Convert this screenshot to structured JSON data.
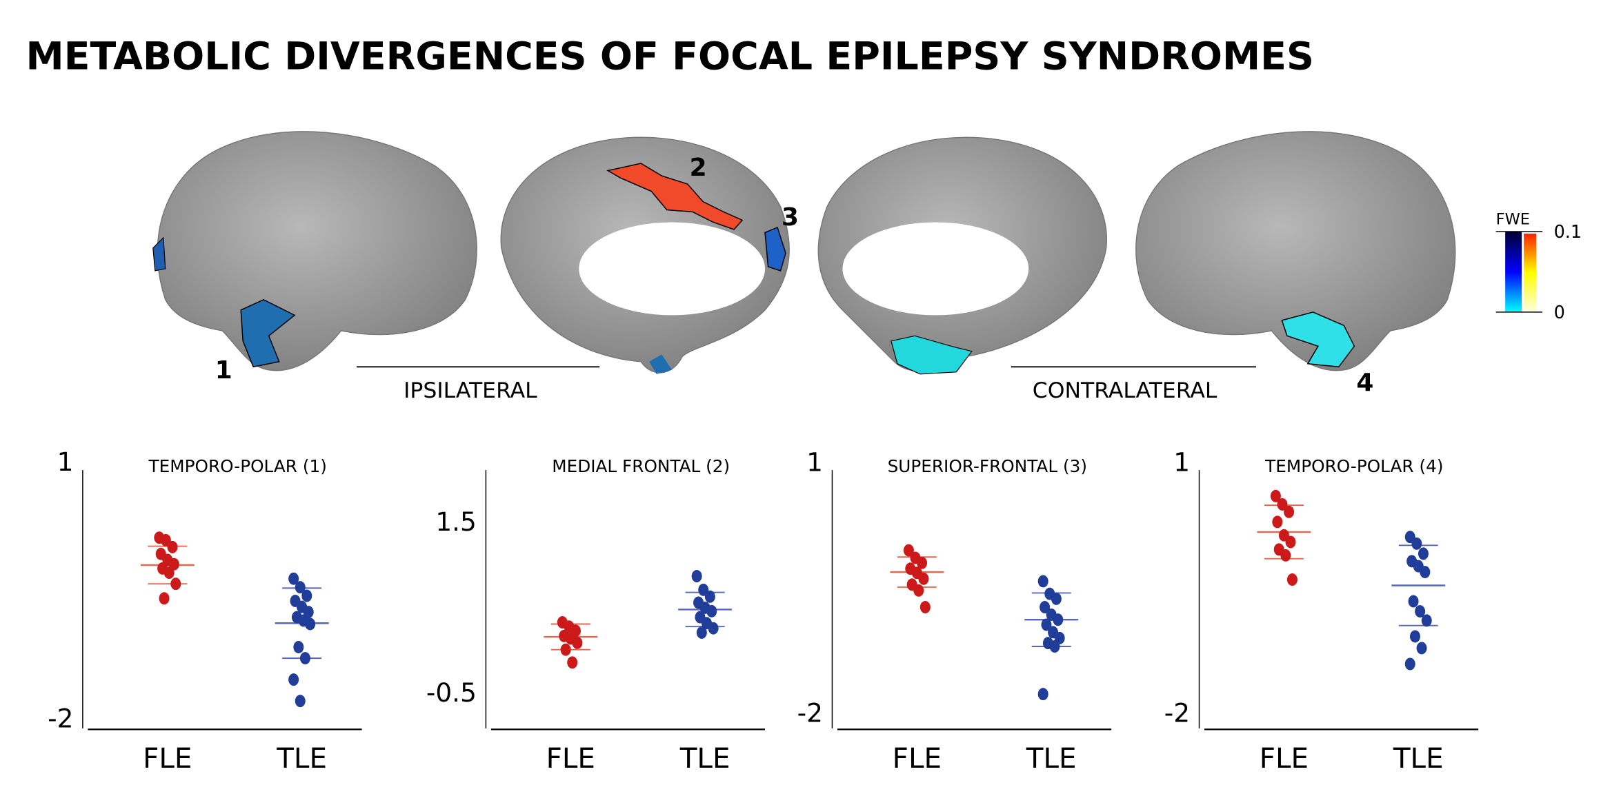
{
  "title": "METABOLIC DIVERGENCES OF FOCAL EPILEPSY SYNDROMES",
  "brain_panel": {
    "region_labels": [
      "1",
      "2",
      "3",
      "4"
    ],
    "ipsilateral_label": "IPSILATERAL",
    "contralateral_label": "CONTRALATERAL",
    "colorbar": {
      "title": "FWE",
      "max_label": "0.1",
      "min_label": "0",
      "cool_colors": [
        "#000033",
        "#0000ff",
        "#00ffff"
      ],
      "warm_colors": [
        "#ff2000",
        "#ffff00",
        "#fffde0"
      ]
    }
  },
  "colors": {
    "FLE": "#cc1a1a",
    "TLE": "#1f3d99",
    "FLE_line": "#e8664d",
    "TLE_line": "#5566bb"
  },
  "chart_data": [
    {
      "type": "scatter",
      "title": "TEMPORO-POLAR (1)",
      "categories": [
        "FLE",
        "TLE"
      ],
      "ylim": [
        -2.12,
        0.9
      ],
      "yticks": [
        {
          "value": 1,
          "label": "1"
        },
        {
          "value": -2,
          "label": "-2"
        }
      ],
      "series": [
        {
          "name": "FLE",
          "values": [
            0.11,
            0.08,
            0.0,
            -0.08,
            -0.15,
            -0.2,
            -0.25,
            -0.3,
            -0.43,
            -0.6
          ],
          "mean": -0.21,
          "sd": 0.22
        },
        {
          "name": "TLE",
          "values": [
            -0.37,
            -0.47,
            -0.57,
            -0.63,
            -0.7,
            -0.76,
            -0.82,
            -0.86,
            -0.9,
            -1.17,
            -1.3,
            -1.55,
            -1.8
          ],
          "mean": -0.89,
          "sd": 0.41
        }
      ]
    },
    {
      "type": "scatter",
      "title": "MEDIAL FRONTAL (2)",
      "categories": [
        "FLE",
        "TLE"
      ],
      "ylim": [
        -0.92,
        2.1
      ],
      "yticks": [
        {
          "value": 1.5,
          "label": "1.5"
        },
        {
          "value": -0.5,
          "label": "-0.5"
        }
      ],
      "series": [
        {
          "name": "FLE",
          "values": [
            0.32,
            0.27,
            0.22,
            0.16,
            0.13,
            0.08,
            0.0,
            -0.15
          ],
          "mean": 0.15,
          "sd": 0.15
        },
        {
          "name": "TLE",
          "values": [
            0.86,
            0.7,
            0.62,
            0.55,
            0.49,
            0.45,
            0.38,
            0.31,
            0.25,
            0.2
          ],
          "mean": 0.47,
          "sd": 0.2
        }
      ]
    },
    {
      "type": "scatter",
      "title": "SUPERIOR-FRONTAL (3)",
      "categories": [
        "FLE",
        "TLE"
      ],
      "ylim": [
        -2.19,
        0.9
      ],
      "yticks": [
        {
          "value": 1,
          "label": "1"
        },
        {
          "value": -2,
          "label": "-2"
        }
      ],
      "series": [
        {
          "name": "FLE",
          "values": [
            -0.06,
            -0.15,
            -0.21,
            -0.28,
            -0.33,
            -0.4,
            -0.47,
            -0.54,
            -0.74
          ],
          "mean": -0.32,
          "sd": 0.18
        },
        {
          "name": "TLE",
          "values": [
            -0.43,
            -0.58,
            -0.64,
            -0.74,
            -0.83,
            -0.89,
            -0.95,
            -1.04,
            -1.11,
            -1.17,
            -1.21,
            -1.78
          ],
          "mean": -0.89,
          "sd": 0.32
        }
      ]
    },
    {
      "type": "scatter",
      "title": "TEMPORO-POLAR (4)",
      "categories": [
        "FLE",
        "TLE"
      ],
      "ylim": [
        -2.19,
        0.9
      ],
      "yticks": [
        {
          "value": 1,
          "label": "1"
        },
        {
          "value": -2,
          "label": "-2"
        }
      ],
      "series": [
        {
          "name": "FLE",
          "values": [
            0.59,
            0.49,
            0.4,
            0.28,
            0.12,
            0.04,
            -0.05,
            -0.12,
            -0.41
          ],
          "mean": 0.16,
          "sd": 0.32
        },
        {
          "name": "TLE",
          "values": [
            0.1,
            0.02,
            -0.1,
            -0.19,
            -0.25,
            -0.32,
            -0.67,
            -0.79,
            -0.9,
            -1.09,
            -1.23,
            -1.42
          ],
          "mean": -0.48,
          "sd": 0.48
        }
      ]
    }
  ]
}
